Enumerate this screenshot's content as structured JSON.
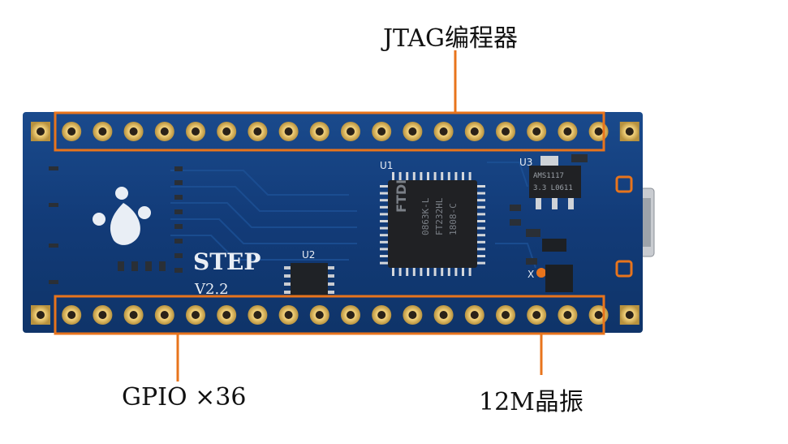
{
  "labels": {
    "jtag": "JTAG编程器",
    "gpio": "GPIO ×36",
    "crystal": "12M晶振"
  },
  "board": {
    "silkscreen_name": "STEP",
    "silkscreen_version": "V2.2",
    "chip_u1_ref": "U1",
    "chip_u2_ref": "U2",
    "chip_u3_ref": "U3",
    "crystal_ref": "X",
    "ftdi_text": "FTDI",
    "ftdi_line1": "0863K-L",
    "ftdi_line2": "FT232HL",
    "ftdi_line3": "1808-C",
    "regulator_line1": "AMS1117",
    "regulator_line2": "3.3 L0611"
  },
  "colors": {
    "pcb": "#123b78",
    "pcb_dark": "#0d2d5e",
    "highlight": "#e8741c",
    "pad_gold": "#d8b35a",
    "chip": "#202124"
  },
  "pins": {
    "top_row": 20,
    "bottom_row": 20
  }
}
